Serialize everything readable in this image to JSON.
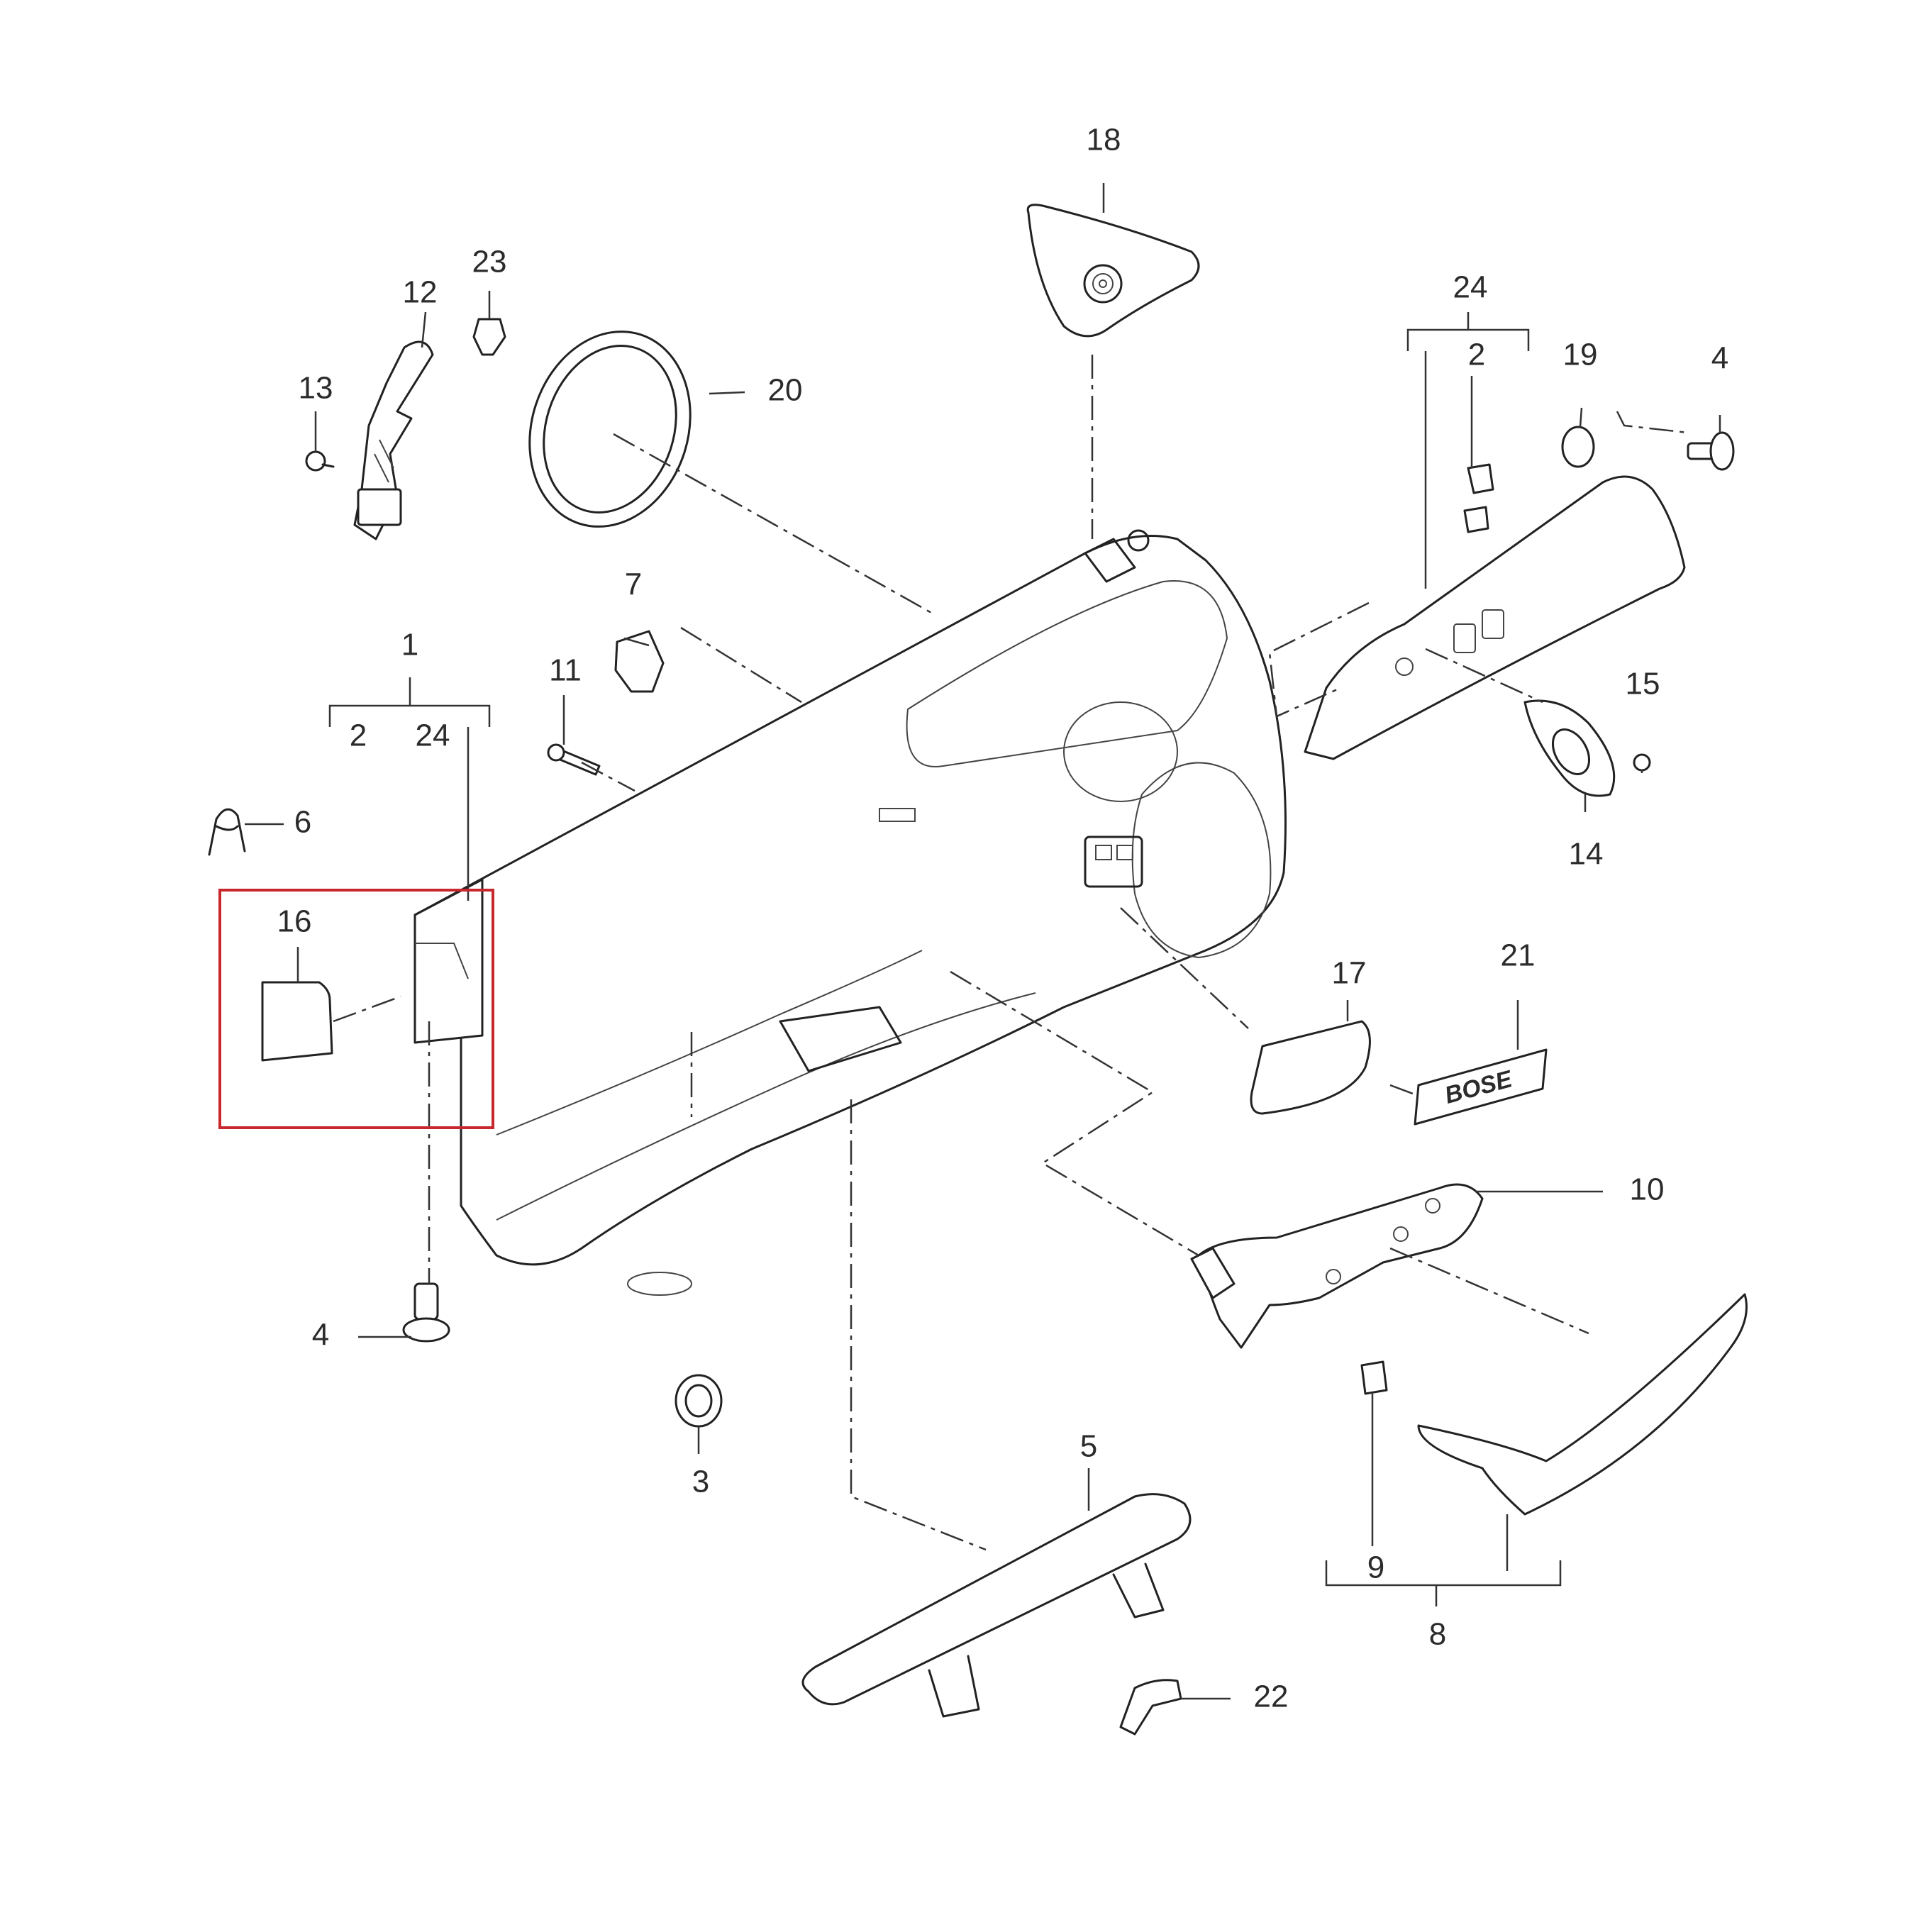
{
  "colors": {
    "line": "#222222",
    "highlight": "#c8282d",
    "background": "#ffffff"
  },
  "highlighted_part": "16",
  "callouts": [
    {
      "id": "c18",
      "label": "18"
    },
    {
      "id": "c23",
      "label": "23"
    },
    {
      "id": "c12",
      "label": "12"
    },
    {
      "id": "c13",
      "label": "13"
    },
    {
      "id": "c20",
      "label": "20"
    },
    {
      "id": "c24a",
      "label": "24"
    },
    {
      "id": "c2a",
      "label": "2"
    },
    {
      "id": "c19",
      "label": "19"
    },
    {
      "id": "c4a",
      "label": "4"
    },
    {
      "id": "c7",
      "label": "7"
    },
    {
      "id": "c1",
      "label": "1"
    },
    {
      "id": "c11",
      "label": "11"
    },
    {
      "id": "c2b",
      "label": "2"
    },
    {
      "id": "c24b",
      "label": "24"
    },
    {
      "id": "c15",
      "label": "15"
    },
    {
      "id": "c6",
      "label": "6"
    },
    {
      "id": "c14",
      "label": "14"
    },
    {
      "id": "c16",
      "label": "16"
    },
    {
      "id": "c21",
      "label": "21"
    },
    {
      "id": "c17",
      "label": "17"
    },
    {
      "id": "c10",
      "label": "10"
    },
    {
      "id": "c4b",
      "label": "4"
    },
    {
      "id": "c3",
      "label": "3"
    },
    {
      "id": "c5",
      "label": "5"
    },
    {
      "id": "c9",
      "label": "9"
    },
    {
      "id": "c8",
      "label": "8"
    },
    {
      "id": "c22",
      "label": "22"
    }
  ],
  "badge_text": "BOSE"
}
